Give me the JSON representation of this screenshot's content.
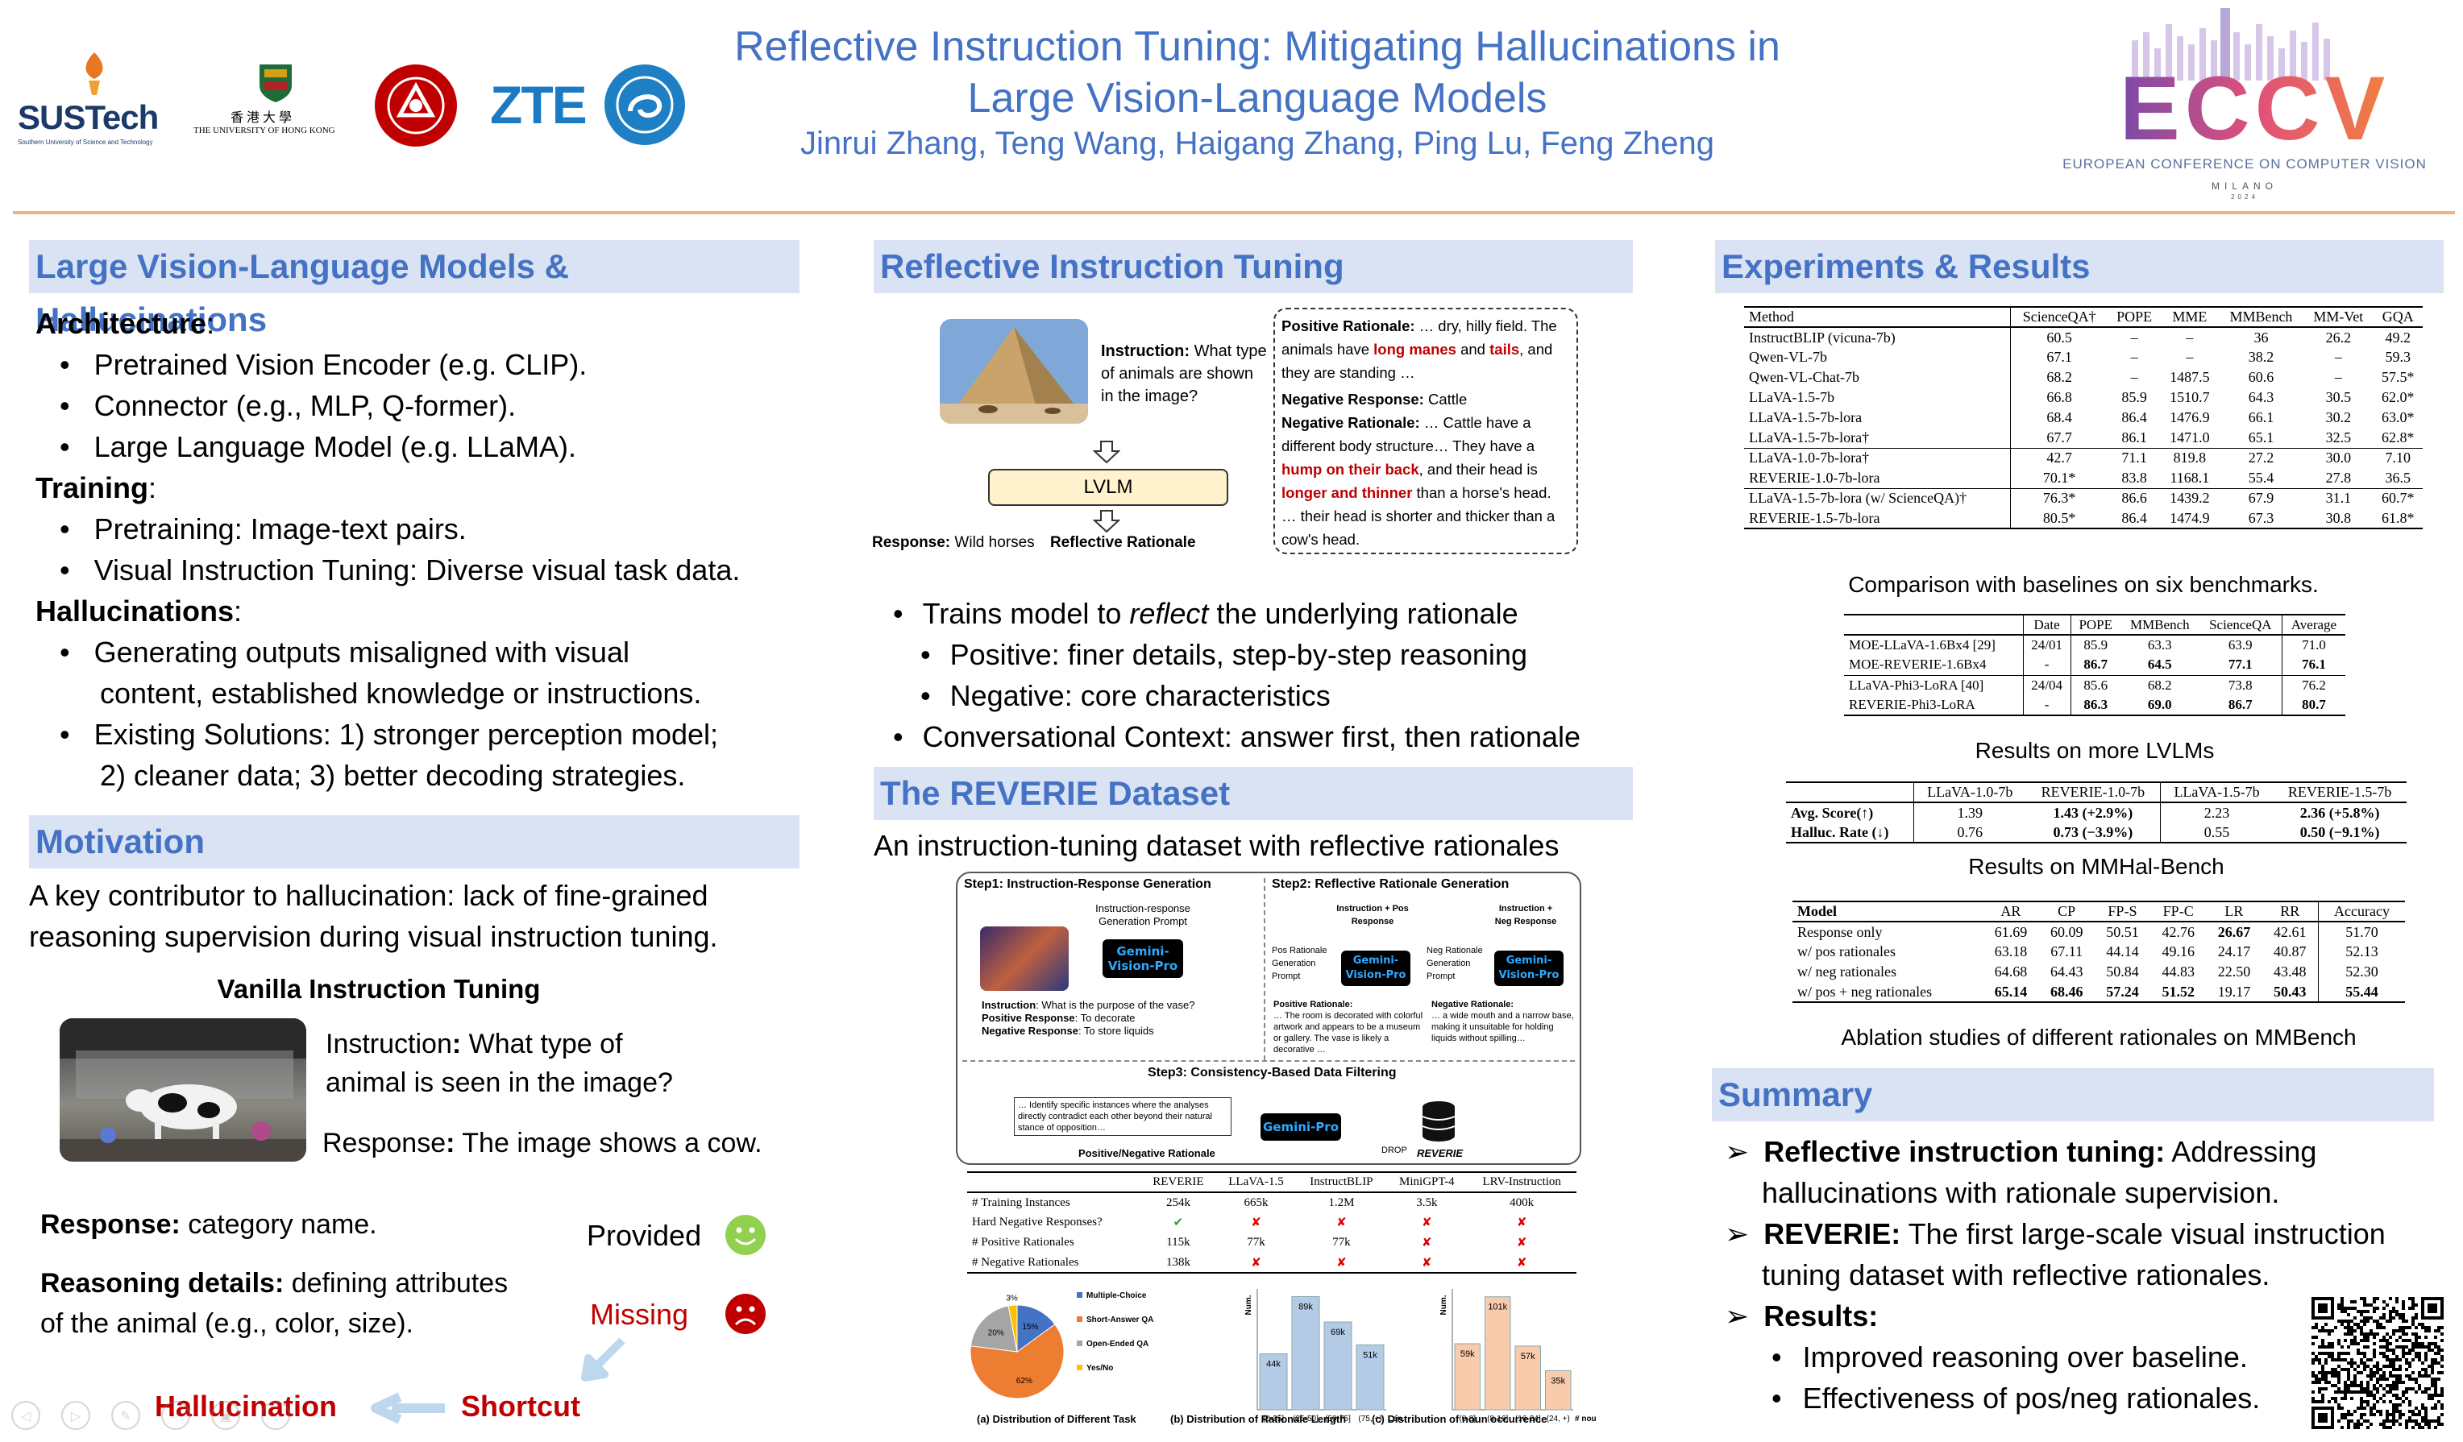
{
  "header": {
    "title_line1": "Reflective Instruction Tuning: Mitigating Hallucinations in",
    "title_line2": "Large Vision-Language Models",
    "authors": "Jinrui Zhang, Teng Wang, Haigang Zhang, Ping Lu, Feng Zheng",
    "logos": {
      "sustech": "SUSTech",
      "sustech_sub": "Southern University of Science and Technology",
      "hku_cn": "香 港 大 學",
      "hku_en": "THE UNIVERSITY OF HONG KONG",
      "zte": "ZTE"
    },
    "conference": {
      "name": "ECCV",
      "full": "EUROPEAN CONFERENCE ON COMPUTER VISION",
      "city": "MILANO",
      "year": "2024"
    }
  },
  "col1": {
    "sec1_title": "Large Vision-Language Models & Hallucinations",
    "arch_label": "Architecture",
    "arch_items": [
      "Pretrained Vision Encoder (e.g. CLIP).",
      "Connector (e.g., MLP, Q-former).",
      "Large Language Model (e.g. LLaMA)."
    ],
    "train_label": "Training",
    "train_items": [
      "Pretraining: Image-text pairs.",
      "Visual Instruction Tuning: Diverse visual task data."
    ],
    "hall_label": "Hallucinations",
    "hall_item1_l1": "Generating outputs misaligned with visual",
    "hall_item1_l2": "content, established knowledge or instructions.",
    "hall_item2_l1": "Existing Solutions: 1) stronger perception model;",
    "hall_item2_l2": "2) cleaner data; 3) better decoding strategies.",
    "sec2_title": "Motivation",
    "motivation_l1": "A key contributor to hallucination: lack of fine-grained",
    "motivation_l2": "reasoning supervision during visual instruction tuning.",
    "vanilla_title": "Vanilla Instruction Tuning",
    "instr_label": "Instruction",
    "instr_l1": "What type of",
    "instr_l2": "animal is seen in the image?",
    "resp_label": "Response",
    "resp_text": "The image shows a cow.",
    "response_label": "Response:",
    "response_text": "category name.",
    "reason_label": "Reasoning details:",
    "reason_l1": "defining attributes",
    "reason_l2": "of the animal (e.g., color, size).",
    "provided": "Provided",
    "missing": "Missing",
    "hallucination": "Hallucination",
    "shortcut": "Shortcut"
  },
  "col2": {
    "sec1_title": "Reflective Instruction Tuning",
    "fig": {
      "instruction_label": "Instruction:",
      "instruction_text": "What type of animals are shown in the image?",
      "lvlm": "LVLM",
      "response_label": "Response:",
      "response_text": "Wild horses",
      "reflective": "Reflective Rationale",
      "pos_label": "Positive Rationale:",
      "pos_t1": "… dry, hilly field.",
      "pos_t2": "The animals have",
      "pos_h1": "long manes",
      "pos_t3": "and",
      "pos_h2": "tails",
      "pos_t4": ", and they are standing …",
      "neg_resp_label": "Negative Response:",
      "neg_resp_text": "Cattle",
      "neg_label": "Negative Rationale:",
      "neg_t1": "… Cattle have a different body structure… They have a",
      "neg_h1": "hump on their back",
      "neg_t2": ", and their head is",
      "neg_h2": "longer and thinner",
      "neg_t3": "than a horse's head. … their head is shorter and thicker than a cow's head."
    },
    "bullet1_pre": "Trains model to ",
    "bullet1_em": "reflect",
    "bullet1_post": " the underlying rationale",
    "sub1": "Positive: finer details, step-by-step reasoning",
    "sub2": "Negative: core characteristics",
    "bullet2": "Conversational Context: answer first, then rationale",
    "sec2_title": "The REVERIE Dataset",
    "dataset_desc": "An instruction-tuning dataset with reflective rationales",
    "step1": "Step1: Instruction-Response Generation",
    "step1_prompt": "Instruction-response Generation Prompt",
    "gemini_vision": "Gemini-Vision-Pro",
    "step1_instr_label": "Instruction",
    "step1_instr": ": What is the purpose of the vase?",
    "step1_pos_label": "Positive Response",
    "step1_pos": ": To decorate",
    "step1_neg_label": "Negative Response",
    "step1_neg": ": To store liquids",
    "step2": "Step2: Reflective Rationale Generation",
    "pos_gen": "Pos Rationale Generation Prompt",
    "neg_gen": "Neg Rationale Generation Prompt",
    "instr_pos": "Instruction + Pos Response",
    "instr_neg": "Instruction + Neg Response",
    "pos_rat_label": "Positive Rationale:",
    "pos_rat": "… The room is decorated with colorful artwork and appears to be a museum or gallery. The vase is likely a decorative …",
    "neg_rat_label": "Negative Rationale:",
    "neg_rat": "… a wide mouth and a narrow base, making it unsuitable for holding liquids without spilling…",
    "step3": "Step3: Consistency-Based Data Filtering",
    "filter_text": "… Identify specific instances where the analyses directly contradict each other beyond their natural stance of opposition…",
    "gemini_pro": "Gemini-Pro",
    "pos_neg_rat": "Positive/Negative Rationale",
    "drop": "DROP",
    "reverie": "REVERIE",
    "stats_headers": [
      "",
      "REVERIE",
      "LLaVA-1.5",
      "InstructBLIP",
      "MiniGPT-4",
      "LRV-Instruction"
    ],
    "stats_rows": [
      [
        "# Training Instances",
        "254k",
        "665k",
        "1.2M",
        "3.5k",
        "400k"
      ],
      [
        "Hard Negative Responses?",
        "✔",
        "✘",
        "✘",
        "✘",
        "✘"
      ],
      [
        "# Positive Rationales",
        "115k",
        "77k",
        "77k",
        "✘",
        "✘"
      ],
      [
        "# Negative Rationales",
        "138k",
        "✘",
        "✘",
        "✘",
        "✘"
      ]
    ],
    "pie_legend": [
      "Multiple-Choice",
      "Short-Answer QA",
      "Open-Ended QA",
      "Yes/No"
    ],
    "cap_a": "(a) Distribution of Different Task",
    "cap_b": "(b) Distribution of Rationale Length",
    "cap_c": "(c) Distribution of noun occurrence",
    "num_label": "Num.",
    "len_label": "Len.",
    "nouns_label": "# nouns."
  },
  "col3": {
    "sec1_title": "Experiments & Results",
    "t1_headers": [
      "Method",
      "ScienceQA†",
      "POPE",
      "MME",
      "MMBench",
      "MM-Vet",
      "GQA"
    ],
    "t1_group1": [
      [
        "InstructBLIP (vicuna-7b)",
        "60.5",
        "–",
        "–",
        "36",
        "26.2",
        "49.2"
      ],
      [
        "Qwen-VL-7b",
        "67.1",
        "–",
        "–",
        "38.2",
        "–",
        "59.3"
      ],
      [
        "Qwen-VL-Chat-7b",
        "68.2",
        "–",
        "1487.5",
        "60.6",
        "–",
        "57.5*"
      ],
      [
        "LLaVA-1.5-7b",
        "66.8",
        "85.9",
        "1510.7",
        "64.3",
        "30.5",
        "62.0*"
      ],
      [
        "LLaVA-1.5-7b-lora",
        "68.4",
        "86.4",
        "1476.9",
        "66.1",
        "30.2",
        "63.0*"
      ],
      [
        "LLaVA-1.5-7b-lora†",
        "67.7",
        "86.1",
        "1471.0",
        "65.1",
        "32.5",
        "62.8*"
      ]
    ],
    "t1_group2": [
      [
        "LLaVA-1.0-7b-lora†",
        "42.7",
        "71.1",
        "819.8",
        "27.2",
        "30.0",
        "7.10"
      ],
      [
        "REVERIE-1.0-7b-lora",
        "70.1*",
        "83.8",
        "1168.1",
        "55.4",
        "27.8",
        "36.5"
      ]
    ],
    "t1_group3": [
      [
        "LLaVA-1.5-7b-lora (w/ ScienceQA)†",
        "76.3*",
        "86.6",
        "1439.2",
        "67.9",
        "31.1",
        "60.7*"
      ],
      [
        "REVERIE-1.5-7b-lora",
        "80.5*",
        "86.4",
        "1474.9",
        "67.3",
        "30.8",
        "61.8*"
      ]
    ],
    "t1_caption": "Comparison with baselines on six benchmarks.",
    "t2_headers": [
      "",
      "Date",
      "POPE",
      "MMBench",
      "ScienceQA",
      "Average"
    ],
    "t2_rows": [
      [
        "MOE-LLaVA-1.6Bx4 [29]",
        "24/01",
        "85.9",
        "63.3",
        "63.9",
        "71.0"
      ],
      [
        "MOE-REVERIE-1.6Bx4",
        "-",
        "86.7",
        "64.5",
        "77.1",
        "76.1"
      ],
      [
        "LLaVA-Phi3-LoRA [40]",
        "24/04",
        "85.6",
        "68.2",
        "73.8",
        "76.2"
      ],
      [
        "REVERIE-Phi3-LoRA",
        "-",
        "86.3",
        "69.0",
        "86.7",
        "80.7"
      ]
    ],
    "t2_caption": "Results on more LVLMs",
    "t3_headers": [
      "",
      "LLaVA-1.0-7b",
      "REVERIE-1.0-7b",
      "LLaVA-1.5-7b",
      "REVERIE-1.5-7b"
    ],
    "t3_rows": [
      [
        "Avg. Score(↑)",
        "1.39",
        "1.43 (+2.9%)",
        "2.23",
        "2.36 (+5.8%)"
      ],
      [
        "Halluc. Rate (↓)",
        "0.76",
        "0.73 (−3.9%)",
        "0.55",
        "0.50 (−9.1%)"
      ]
    ],
    "t3_caption": "Results on MMHal-Bench",
    "t4_headers": [
      "Model",
      "AR",
      "CP",
      "FP-S",
      "FP-C",
      "LR",
      "RR",
      "Accuracy"
    ],
    "t4_rows": [
      [
        "Response only",
        "61.69",
        "60.09",
        "50.51",
        "42.76",
        "26.67",
        "42.61",
        "51.70"
      ],
      [
        "w/ pos rationales",
        "63.18",
        "67.11",
        "44.14",
        "49.16",
        "24.17",
        "40.87",
        "52.13"
      ],
      [
        "w/ neg rationales",
        "64.68",
        "64.43",
        "50.84",
        "44.83",
        "22.50",
        "43.48",
        "52.30"
      ],
      [
        "w/ pos + neg rationales",
        "65.14",
        "68.46",
        "57.24",
        "51.52",
        "19.17",
        "50.43",
        "55.44"
      ]
    ],
    "t4_caption": "Ablation studies of different rationales on MMBench",
    "sec2_title": "Summary",
    "s1_label": "Reflective instruction tuning:",
    "s1_l1": "Addressing",
    "s1_l2": "hallucinations with rationale supervision.",
    "s2_label": "REVERIE:",
    "s2_l1": "The first large-scale visual instruction",
    "s2_l2": "tuning dataset with reflective rationales.",
    "s3_label": "Results:",
    "s3_items": [
      "Improved reasoning over baseline.",
      "Effectiveness of pos/neg rationales."
    ]
  },
  "chart_data": [
    {
      "type": "pie",
      "title": "(a) Distribution of Different Task",
      "categories": [
        "Multiple-Choice",
        "Short-Answer QA",
        "Open-Ended QA",
        "Yes/No"
      ],
      "values": [
        15,
        62,
        20,
        3
      ],
      "colors": [
        "#4472c4",
        "#ed7d31",
        "#a5a5a5",
        "#ffc000"
      ]
    },
    {
      "type": "bar",
      "title": "(b) Distribution of Rationale Length",
      "categories": [
        "(0-25]",
        "(25-50]",
        "(50-75]",
        "(75, +)"
      ],
      "values": [
        44,
        89,
        69,
        51
      ],
      "labels": [
        "44k",
        "89k",
        "69k",
        "51k"
      ],
      "ylabel": "Num.",
      "xlabel": "Len.",
      "ylim": [
        0,
        95
      ],
      "color": "#b4cbe6"
    },
    {
      "type": "bar",
      "title": "(c) Distribution of noun occurrence",
      "categories": [
        "(0-8]",
        "(8-16]",
        "(16-24]",
        "(24, +)"
      ],
      "values": [
        59,
        101,
        57,
        35
      ],
      "labels": [
        "59k",
        "101k",
        "57k",
        "35k"
      ],
      "ylabel": "Num.",
      "xlabel": "# nouns.",
      "ylim": [
        0,
        108
      ],
      "color": "#f8cbad"
    }
  ]
}
